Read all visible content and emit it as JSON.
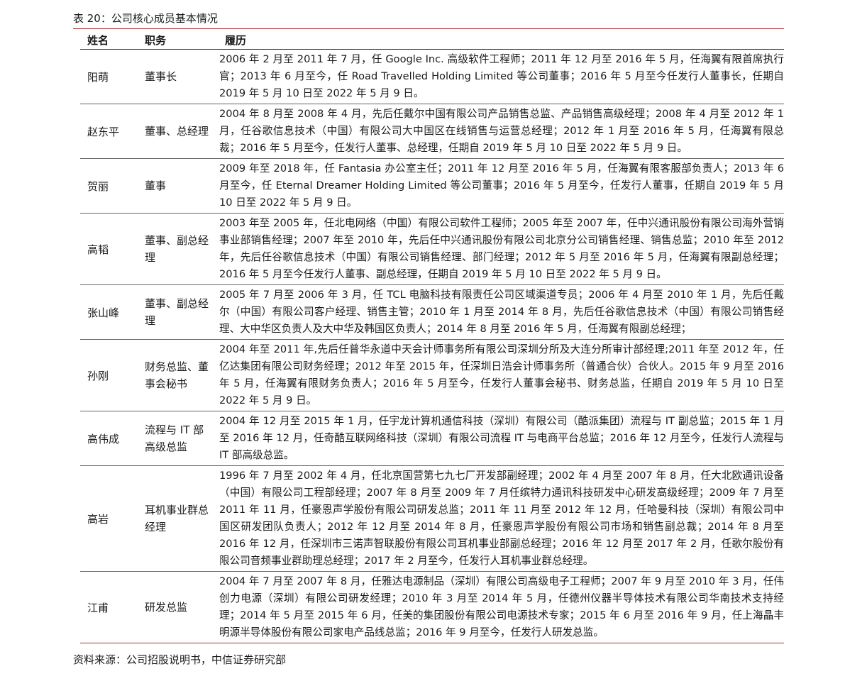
{
  "caption": "表 20：公司核心成员基本情况",
  "headers": [
    "姓名",
    "职务",
    "履历"
  ],
  "rows": [
    {
      "name": "阳萌",
      "role": "董事长",
      "resume": "2006 年 2 月至 2011 年 7 月，任 Google Inc. 高级软件工程师；2011 年 12 月至 2016 年 5 月，任海翼有限首席执行官；2013 年 6 月至今，任 Road Travelled Holding Limited 等公司董事；2016 年 5 月至今任发行人董事长，任期自 2019 年 5 月 10 日至 2022 年 5 月 9 日。"
    },
    {
      "name": "赵东平",
      "role": "董事、总经理",
      "resume": "2004 年 8 月至 2008 年 4 月，先后任戴尔中国有限公司产品销售总监、产品销售高级经理；2008 年 4 月至 2012 年 1 月，任谷歌信息技术（中国）有限公司大中国区在线销售与运营总经理；2012 年 1 月至 2016 年 5 月，任海翼有限总裁；2016 年 5 月至今，任发行人董事、总经理，任期自 2019 年 5 月 10 日至 2022 年 5 月 9 日。"
    },
    {
      "name": "贺丽",
      "role": "董事",
      "resume": "2009 年至 2018 年，任 Fantasia 办公室主任；2011 年 12 月至 2016 年 5 月，任海翼有限客服部负责人；2013 年 6 月至今，任 Eternal Dreamer Holding Limited 等公司董事；2016 年 5 月至今，任发行人董事，任期自 2019 年 5 月 10 日至 2022 年 5 月 9 日。"
    },
    {
      "name": "高韬",
      "role": "董事、副总经理",
      "resume": "2003 年至 2005 年，任北电网络（中国）有限公司软件工程师；2005 年至 2007 年，任中兴通讯股份有限公司海外营销事业部销售经理；2007 年至 2010 年，先后任中兴通讯股份有限公司北京分公司销售经理、销售总监；2010 年至 2012 年，先后任谷歌信息技术（中国）有限公司销售经理、部门经理；2012 年 5 月至 2016 年 5 月，任海翼有限副总经理；2016 年 5 月至今任发行人董事、副总经理，任期自 2019 年 5 月 10 日至 2022 年 5 月 9 日。"
    },
    {
      "name": "张山峰",
      "role": "董事、副总经理",
      "resume": "2005 年 7 月至 2006 年 3 月，任 TCL 电脑科技有限责任公司区域渠道专员；2006 年 4 月至 2010 年 1 月，先后任戴尔（中国）有限公司客户经理、销售主管；2010 年 1 月至 2014 年 8 月，先后任谷歌信息技术（中国）有限公司销售经理、大中华区负责人及大中华及韩国区负责人；2014 年 8 月至 2016 年 5 月，任海翼有限副总经理；"
    },
    {
      "name": "孙刚",
      "role": "财务总监、董事会秘书",
      "resume": "2004 年至 2011 年,先后任普华永道中天会计师事务所有限公司深圳分所及大连分所审计部经理;2011 年至 2012 年，任亿达集团有限公司财务经理；2012 年至 2015 年，任深圳日浩会计师事务所（普通合伙）合伙人。2015 年 9 月至 2016 年 5 月，任海翼有限财务负责人；2016 年 5 月至今，任发行人董事会秘书、财务总监，任期自 2019 年 5 月 10 日至 2022 年 5 月 9 日。"
    },
    {
      "name": "高伟成",
      "role": "流程与 IT 部高级总监",
      "resume": "2004 年 12 月至 2015 年 1 月，任宇龙计算机通信科技（深圳）有限公司（酷派集团）流程与 IT 副总监；2015 年 1 月至 2016 年 12 月，任奇酷互联网络科技（深圳）有限公司流程 IT 与电商平台总监；2016 年 12 月至今，任发行人流程与 IT 部高级总监。"
    },
    {
      "name": "高岩",
      "role": "耳机事业群总经理",
      "resume": "1996 年 7 月至 2002 年 4 月，任北京国营第七九七厂开发部副经理；2002 年 4 月至 2007 年 8 月，任大北欧通讯设备（中国）有限公司工程部经理；2007 年 8 月至 2009 年 7 月任缤特力通讯科技研发中心研发高级经理；2009 年 7 月至 2011 年 11 月，任豪恩声学股份有限公司研发总监；2011 年 11 月至 2012 年 12 月，任哈曼科技（深圳）有限公司中国区研发团队负责人；2012 年 12 月至 2014 年 8 月，任豪恩声学股份有限公司市场和销售副总裁；2014 年 8 月至 2016 年 12 月，任深圳市三诺声智联股份有限公司耳机事业部副总经理；2016 年 12 月至 2017 年 2 月，任歌尔股份有限公司音频事业群助理总经理；2017 年 2 月至今，任发行人耳机事业群总经理。"
    },
    {
      "name": "江甫",
      "role": "研发总监",
      "resume": "2004 年 7 月至 2007 年 8 月，任雅达电源制品（深圳）有限公司高级电子工程师；2007 年 9 月至 2010 年 3 月，任伟创力电源（深圳）有限公司研发经理；2010 年 3 月至 2014 年 5 月，任德州仪器半导体技术有限公司华南技术支持经理；2014 年 5 月至 2015 年 6 月，任美的集团股份有限公司电源技术专家；2015 年 6 月至 2016 年 9 月，任上海晶丰明源半导体股份有限公司家电产品线总监；2016 年 9 月至今，任发行人研发总监。"
    }
  ],
  "source": "资料来源：公司招股说明书，中信证券研究部",
  "colors": {
    "accent_rule": "#b02a2a"
  }
}
